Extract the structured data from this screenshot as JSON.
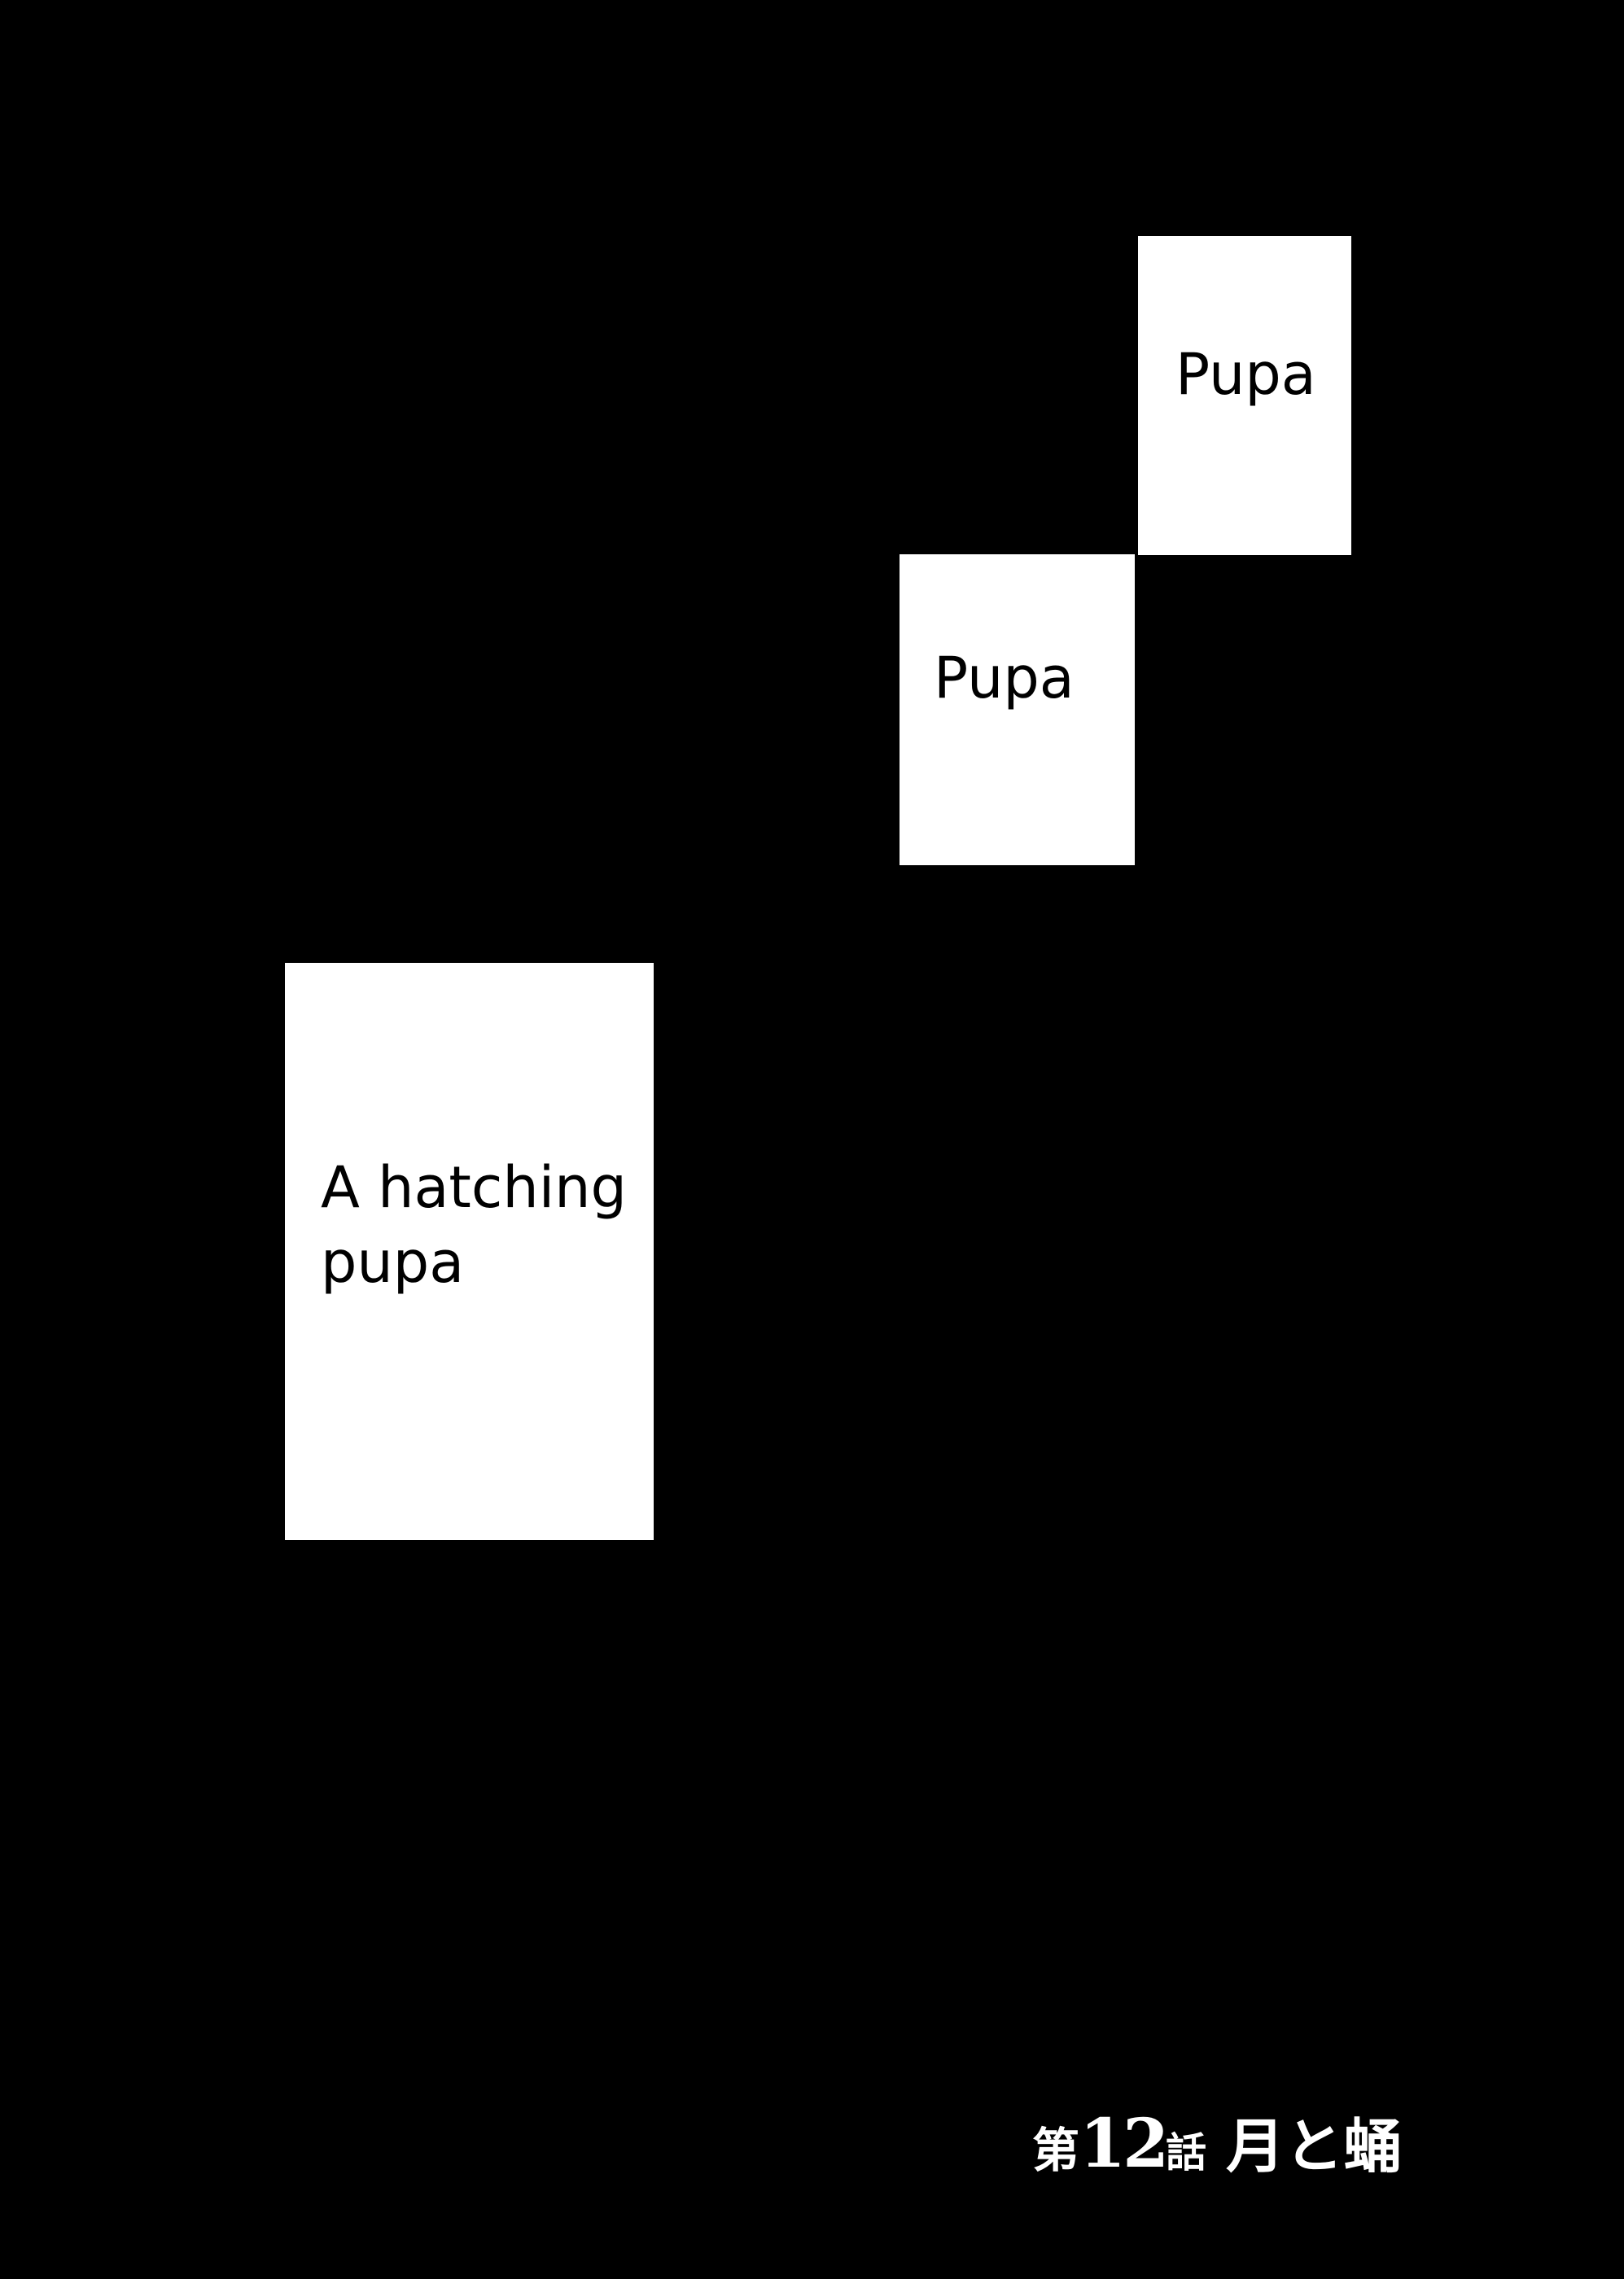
{
  "page": {
    "background_color": "#000000",
    "caption_box_color": "#ffffff",
    "caption_text_color": "#000000"
  },
  "captions": {
    "top_right": "Pupa",
    "middle": "Pupa",
    "hatching_line1": "A hatching",
    "hatching_line2": "pupa"
  },
  "chapter_title": {
    "prefix": "第",
    "number": "12",
    "suffix": "話",
    "name": "月と蛹"
  }
}
